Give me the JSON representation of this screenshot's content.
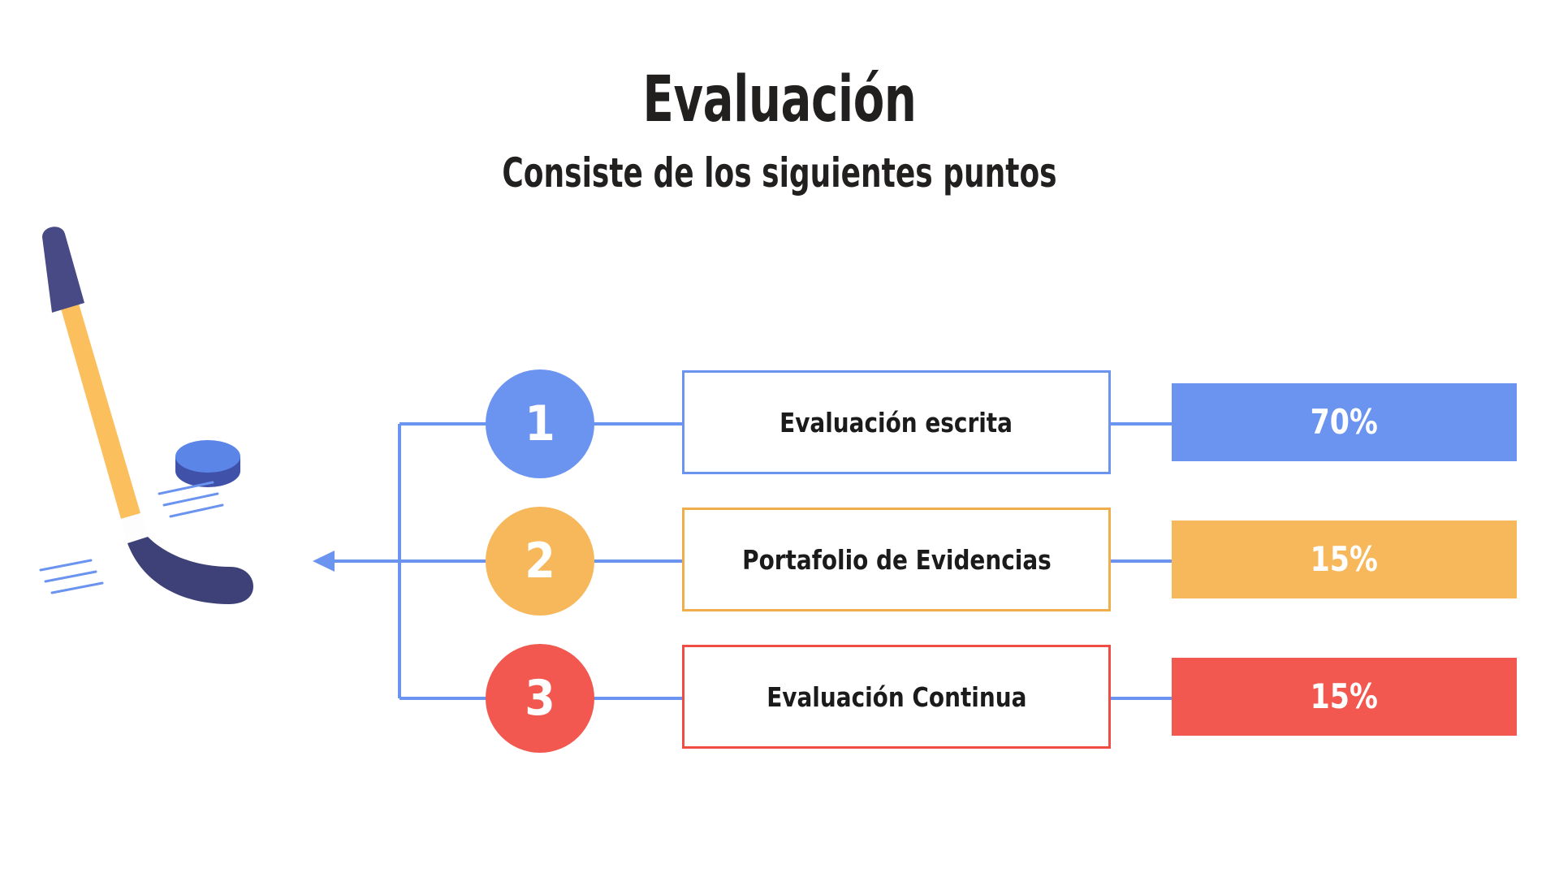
{
  "header": {
    "title": "Evaluación",
    "subtitle": "Consiste de los siguientes puntos"
  },
  "illustration": {
    "name": "hockey-stick-and-puck",
    "colors": {
      "grip": "#474a85",
      "shaft": "#fbbf5e",
      "blade": "#3d4178",
      "puck_top": "#5b86e8",
      "puck_side": "#3f51a8",
      "motion_lines": "#6b93f0"
    }
  },
  "connector_color": "#6b93f0",
  "steps": [
    {
      "number": "1",
      "label": "Evaluación escrita",
      "percent": "70%",
      "color": "#6b93f0",
      "bar_color": "#6b93f0",
      "border_color": "#6b93f0"
    },
    {
      "number": "2",
      "label": "Portafolio de Evidencias",
      "percent": "15%",
      "color": "#f7b85c",
      "bar_color": "#f7b85c",
      "border_color": "#f0ad4b"
    },
    {
      "number": "3",
      "label": "Evaluación Continua",
      "percent": "15%",
      "color": "#f2584f",
      "bar_color": "#f2584f",
      "border_color": "#ef4e44"
    }
  ]
}
